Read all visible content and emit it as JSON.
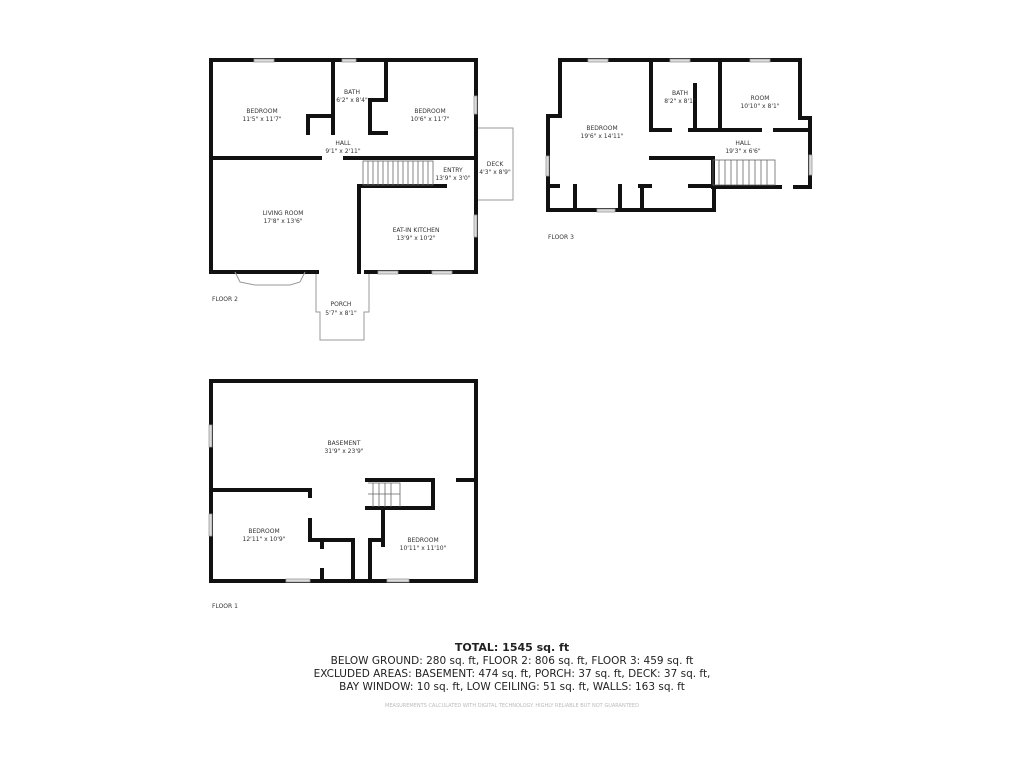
{
  "floors": [
    {
      "label": "FLOOR 2",
      "rooms": [
        {
          "name": "BEDROOM",
          "dims": "11'5\" x 11'7\""
        },
        {
          "name": "BATH",
          "dims": "6'2\" x 8'4\""
        },
        {
          "name": "BEDROOM",
          "dims": "10'6\" x 11'7\""
        },
        {
          "name": "HALL",
          "dims": "9'1\" x 2'11\""
        },
        {
          "name": "ENTRY",
          "dims": "13'9\" x 3'0\""
        },
        {
          "name": "DECK",
          "dims": "4'3\" x 8'9\""
        },
        {
          "name": "LIVING ROOM",
          "dims": "17'8\" x 13'6\""
        },
        {
          "name": "EAT-IN KITCHEN",
          "dims": "13'9\" x 10'2\""
        },
        {
          "name": "PORCH",
          "dims": "5'7\" x 8'1\""
        }
      ]
    },
    {
      "label": "FLOOR 3",
      "rooms": [
        {
          "name": "BEDROOM",
          "dims": "19'6\" x 14'11\""
        },
        {
          "name": "BATH",
          "dims": "8'2\" x 8'1\""
        },
        {
          "name": "ROOM",
          "dims": "10'10\" x 8'1\""
        },
        {
          "name": "HALL",
          "dims": "19'3\" x 6'6\""
        }
      ]
    },
    {
      "label": "FLOOR 1",
      "rooms": [
        {
          "name": "BASEMENT",
          "dims": "31'9\" x 23'9\""
        },
        {
          "name": "BEDROOM",
          "dims": "12'11\" x 10'9\""
        },
        {
          "name": "BEDROOM",
          "dims": "10'11\" x 11'10\""
        }
      ]
    }
  ],
  "summary": {
    "total": "TOTAL: 1545 sq. ft",
    "line1": "BELOW GROUND: 280 sq. ft, FLOOR 2: 806 sq. ft, FLOOR 3: 459 sq. ft",
    "line2": "EXCLUDED AREAS: BASEMENT: 474 sq. ft, PORCH: 37 sq. ft, DECK: 37 sq. ft,",
    "line3": "BAY WINDOW: 10 sq. ft, LOW CEILING: 51 sq. ft, WALLS: 163 sq. ft",
    "disclaimer": "MEASUREMENTS CALCULATED WITH DIGITAL TECHNOLOGY. HIGHLY RELIABLE BUT NOT GUARANTEED"
  }
}
